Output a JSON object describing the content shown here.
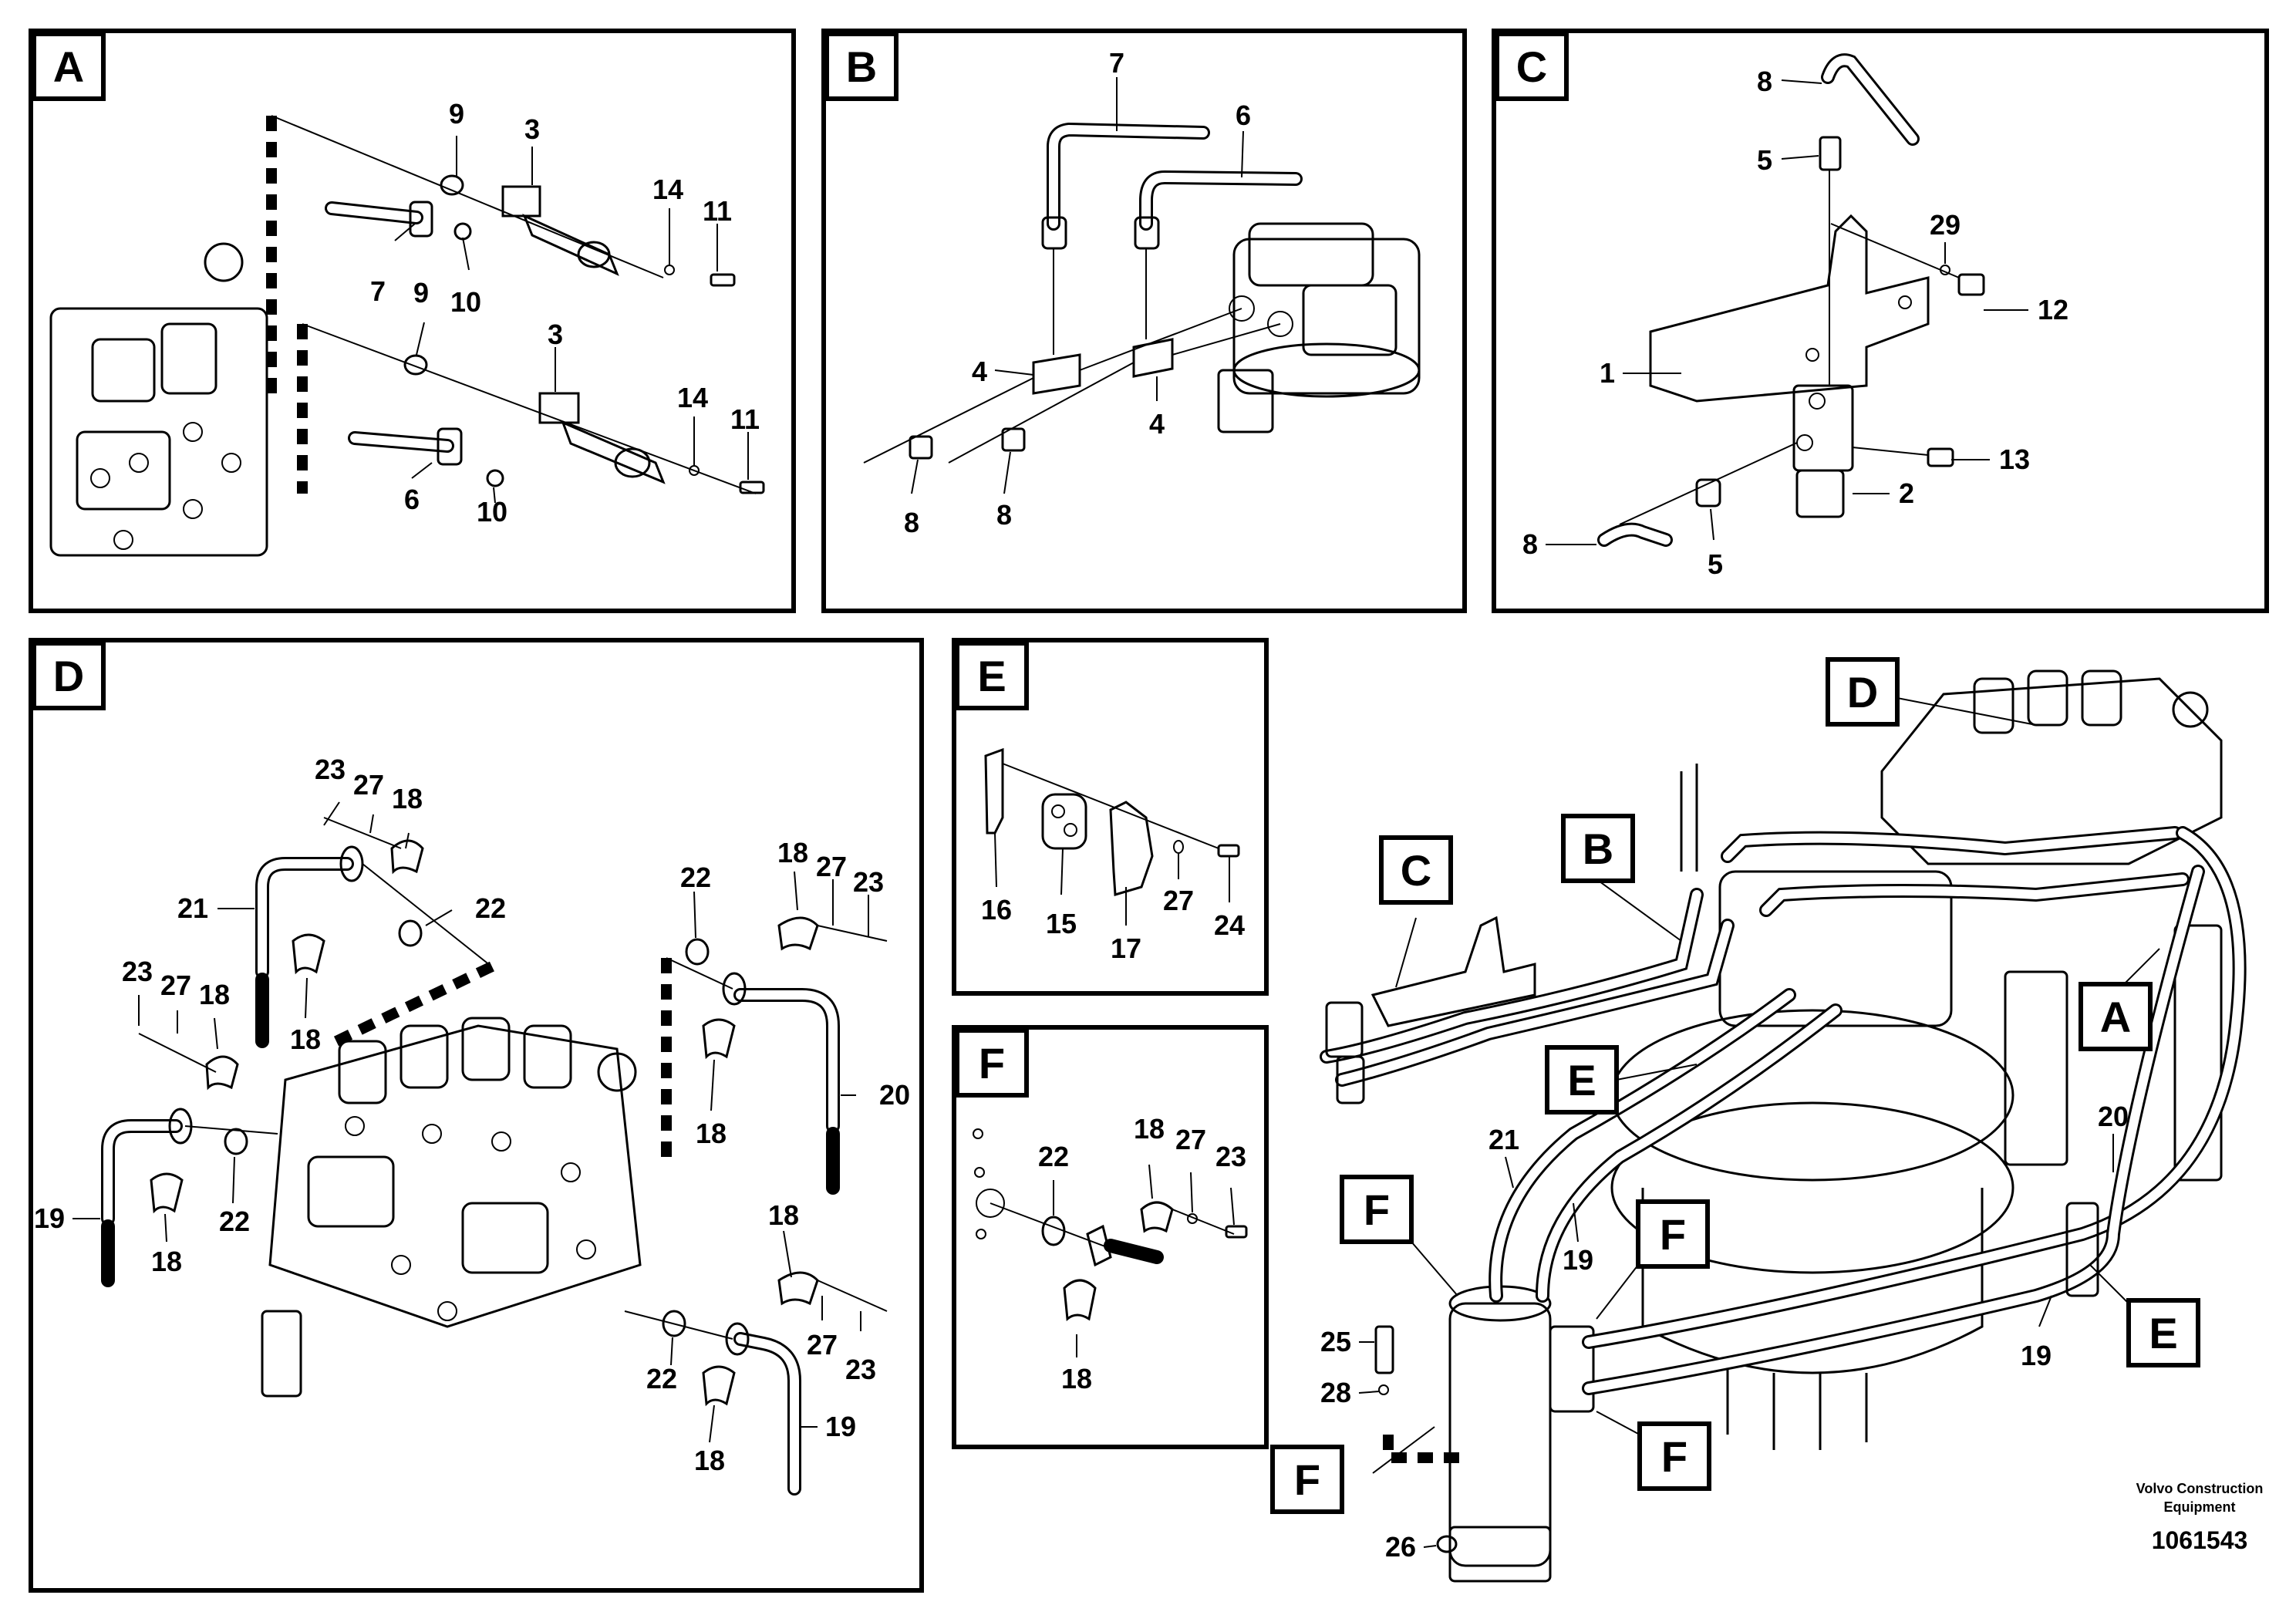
{
  "panels": {
    "A": {
      "letter": "A",
      "callouts": [
        "9",
        "3",
        "14",
        "11",
        "7",
        "10",
        "9",
        "3",
        "14",
        "11",
        "6",
        "10"
      ]
    },
    "B": {
      "letter": "B",
      "callouts": [
        "7",
        "6",
        "4",
        "4",
        "8",
        "8"
      ]
    },
    "C": {
      "letter": "C",
      "callouts": [
        "8",
        "5",
        "29",
        "12",
        "1",
        "13",
        "2",
        "8",
        "5"
      ]
    },
    "D": {
      "letter": "D",
      "callouts": [
        "23",
        "27",
        "18",
        "21",
        "22",
        "22",
        "18",
        "27",
        "23",
        "23",
        "27",
        "18",
        "18",
        "20",
        "18",
        "19",
        "22",
        "18",
        "22",
        "18",
        "27",
        "23",
        "19",
        "18"
      ]
    },
    "E": {
      "letter": "E",
      "callouts": [
        "16",
        "15",
        "17",
        "27",
        "24"
      ]
    },
    "F": {
      "letter": "F",
      "callouts": [
        "22",
        "18",
        "27",
        "23",
        "18"
      ]
    },
    "overview": {
      "tags": [
        "D",
        "C",
        "B",
        "A",
        "E",
        "F",
        "F",
        "F",
        "E",
        "F"
      ],
      "callouts": [
        "21",
        "19",
        "20",
        "19",
        "25",
        "28",
        "26"
      ]
    }
  },
  "footer": {
    "company_line1": "Volvo Construction",
    "company_line2": "Equipment",
    "figure_number": "1061543"
  }
}
